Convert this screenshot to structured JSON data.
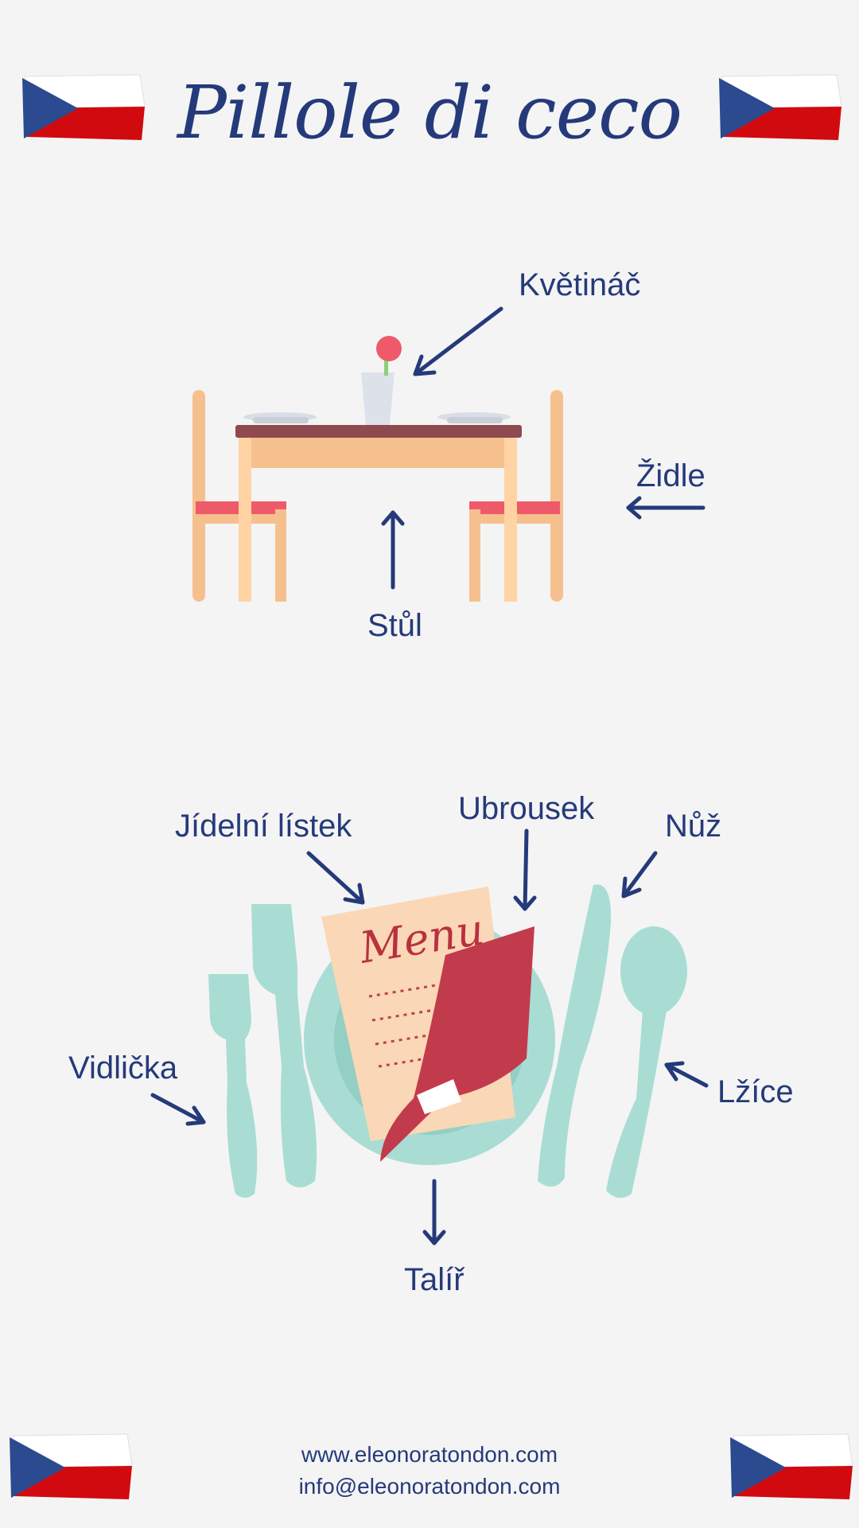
{
  "title": "Pillole di ceco",
  "colors": {
    "accent": "#253a7a",
    "background": "#f4f4f4",
    "flag_blue": "#2b4a8f",
    "flag_red": "#d10a0f"
  },
  "icons": [
    "czech-flag-icon",
    "dining-table-illustration",
    "place-setting-illustration"
  ],
  "table_scene": {
    "vase_label": "Květináč",
    "chair_label": "Židle",
    "table_label": "Stůl"
  },
  "setting_scene": {
    "menu_label": "Jídelní lístek",
    "menu_text": "Menu",
    "napkin_label": "Ubrousek",
    "knife_label": "Nůž",
    "fork_label": "Vidlička",
    "spoon_label": "Lžíce",
    "plate_label": "Talíř"
  },
  "footer": {
    "website": "www.eleonoratondon.com",
    "email": "info@eleonoratondon.com"
  }
}
